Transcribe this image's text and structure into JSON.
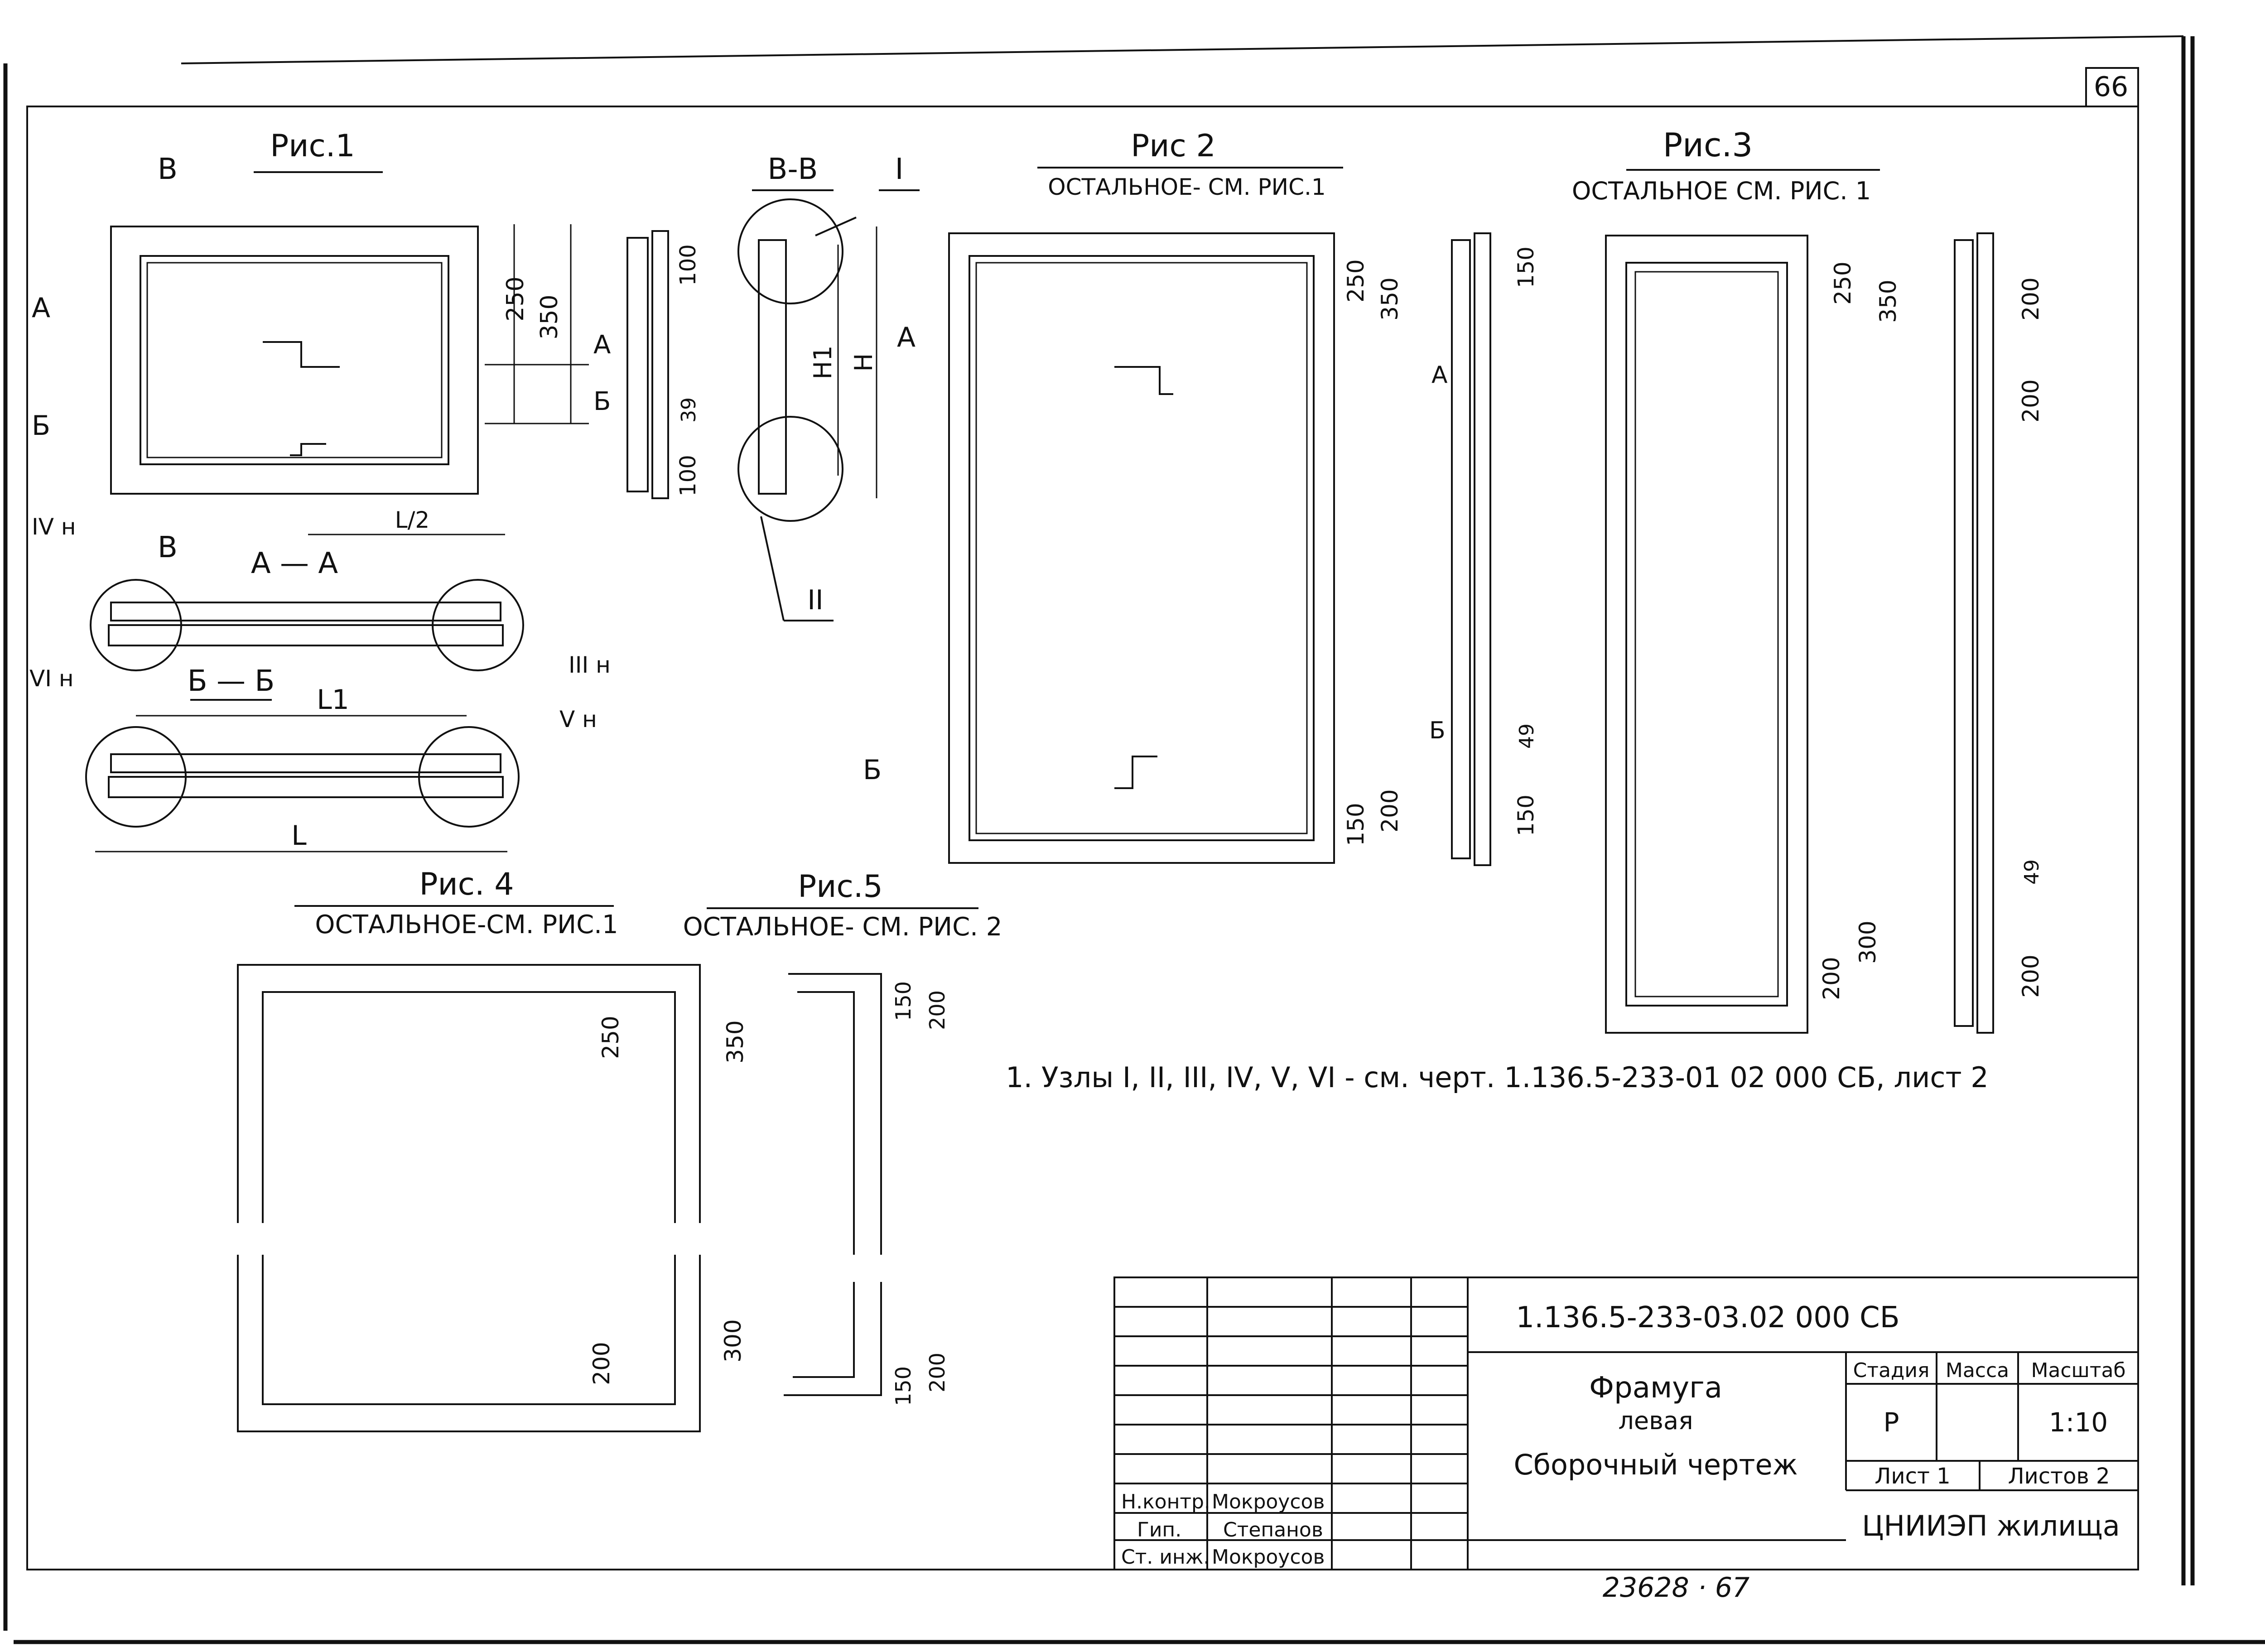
{
  "sheet_number": "66",
  "figures": {
    "fig1": {
      "title": "Рис.1",
      "section_bb_mark": "В",
      "dim_250": "250",
      "dim_350": "350",
      "mark_a": "А",
      "mark_b": "Б",
      "dim_half": "L/2"
    },
    "fig_vv": {
      "title": "В-В",
      "node_i": "I",
      "node_ii": "II",
      "dim_100a": "100",
      "dim_100b": "100",
      "dim_39": "39",
      "dim_h1": "H1",
      "dim_h": "H"
    },
    "fig2": {
      "title": "Рис 2",
      "subtitle": "ОСТАЛЬНОЕ- СМ. РИС.1",
      "dim_250": "250",
      "dim_350": "350",
      "dim_150a": "150",
      "dim_49": "49",
      "dim_150b": "150",
      "dim_150c": "150",
      "dim_200": "200",
      "mark_a": "А",
      "mark_b": "Б"
    },
    "fig3": {
      "title": "Рис.3",
      "subtitle": "ОСТАЛЬНОЕ СМ. РИС. 1",
      "dim_250": "250",
      "dim_350": "350",
      "dim_200a": "200",
      "dim_200b": "200",
      "dim_49": "49",
      "dim_300": "300",
      "dim_200c": "200",
      "dim_200d": "200"
    },
    "sections": {
      "aa": "А — А",
      "bb": "Б — Б",
      "node_iv": "IV н",
      "node_iii": "III н",
      "node_vi": "VI н",
      "node_v": "V н",
      "dim_l1": "L1",
      "dim_l": "L"
    },
    "fig4": {
      "title": "Рис. 4",
      "subtitle": "ОСТАЛЬНОЕ-СМ. РИС.1",
      "dim_250": "250",
      "dim_350": "350",
      "dim_200": "200",
      "dim_300": "300"
    },
    "fig5": {
      "title": "Рис.5",
      "subtitle": "ОСТАЛЬНОЕ- СМ. РИС. 2",
      "dim_150a": "150",
      "dim_200a": "200",
      "dim_150b": "150",
      "dim_200b": "200"
    }
  },
  "note": "1. Узлы I, II, III, IV, V, VI - см. черт. 1.136.5-233-01 02 000 СБ, лист 2",
  "title_block": {
    "code": "1.136.5-233-03.02 000 СБ",
    "name_line1": "Фрамуга",
    "name_line2": "левая",
    "name_line3": "Сборочный чертеж",
    "stage_header": "Стадия",
    "mass_header": "Масса",
    "scale_header": "Масштаб",
    "stage_value": "Р",
    "scale_value": "1:10",
    "sheet": "Лист 1",
    "sheets": "Листов 2",
    "org": "ЦНИИЭП жилища",
    "roles": [
      {
        "role": "Н.контр.",
        "name": "Мокроусов"
      },
      {
        "role": "Гип.",
        "name": "Степанов"
      },
      {
        "role": "Ст. инж.",
        "name": "Мокроусов"
      }
    ]
  },
  "inventory": "23628 · 67"
}
